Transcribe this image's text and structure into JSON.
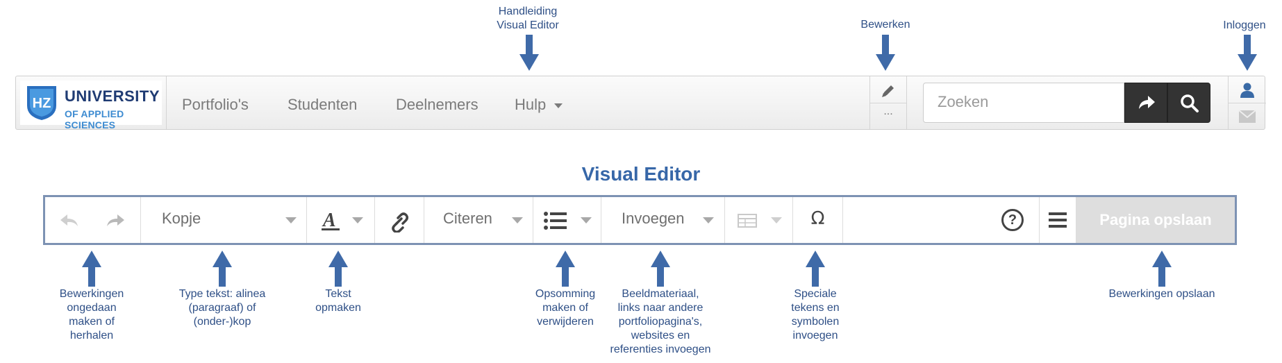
{
  "annotations": {
    "manual_line1": "Handleiding",
    "manual_line2": "Visual Editor",
    "edit": "Bewerken",
    "login": "Inloggen",
    "undo_redo": [
      "Bewerkingen",
      "ongedaan",
      "maken of",
      "herhalen"
    ],
    "text_type": [
      "Type tekst: alinea",
      "(paragraaf) of",
      "(onder-)kop"
    ],
    "format": [
      "Tekst",
      "opmaken"
    ],
    "list": [
      "Opsomming",
      "maken of",
      "verwijderen"
    ],
    "insert": [
      "Beeldmateriaal,",
      "links naar andere",
      "portfoliopagina's,",
      "websites en",
      "referenties invoegen"
    ],
    "special": [
      "Speciale",
      "tekens en",
      "symbolen",
      "invoegen"
    ],
    "save": "Bewerkingen opslaan"
  },
  "navbar": {
    "logo_main": "UNIVERSITY",
    "logo_sub": "OF APPLIED SCIENCES",
    "logo_badge": "HZ",
    "links": [
      "Portfolio's",
      "Studenten",
      "Deelnemers",
      "Hulp"
    ],
    "more_label": "...",
    "search_placeholder": "Zoeken"
  },
  "editor": {
    "title": "Visual Editor",
    "heading_select": "Kopje",
    "cite_label": "Citeren",
    "insert_label": "Invoegen",
    "special_char": "Ω",
    "help_char": "?",
    "save_label": "Pagina opslaan"
  },
  "colors": {
    "annotation": "#2e4f86",
    "arrow": "#3f6aa8",
    "title": "#3767a8",
    "toolbar_border": "#7d92b3",
    "search_button": "#333333"
  }
}
